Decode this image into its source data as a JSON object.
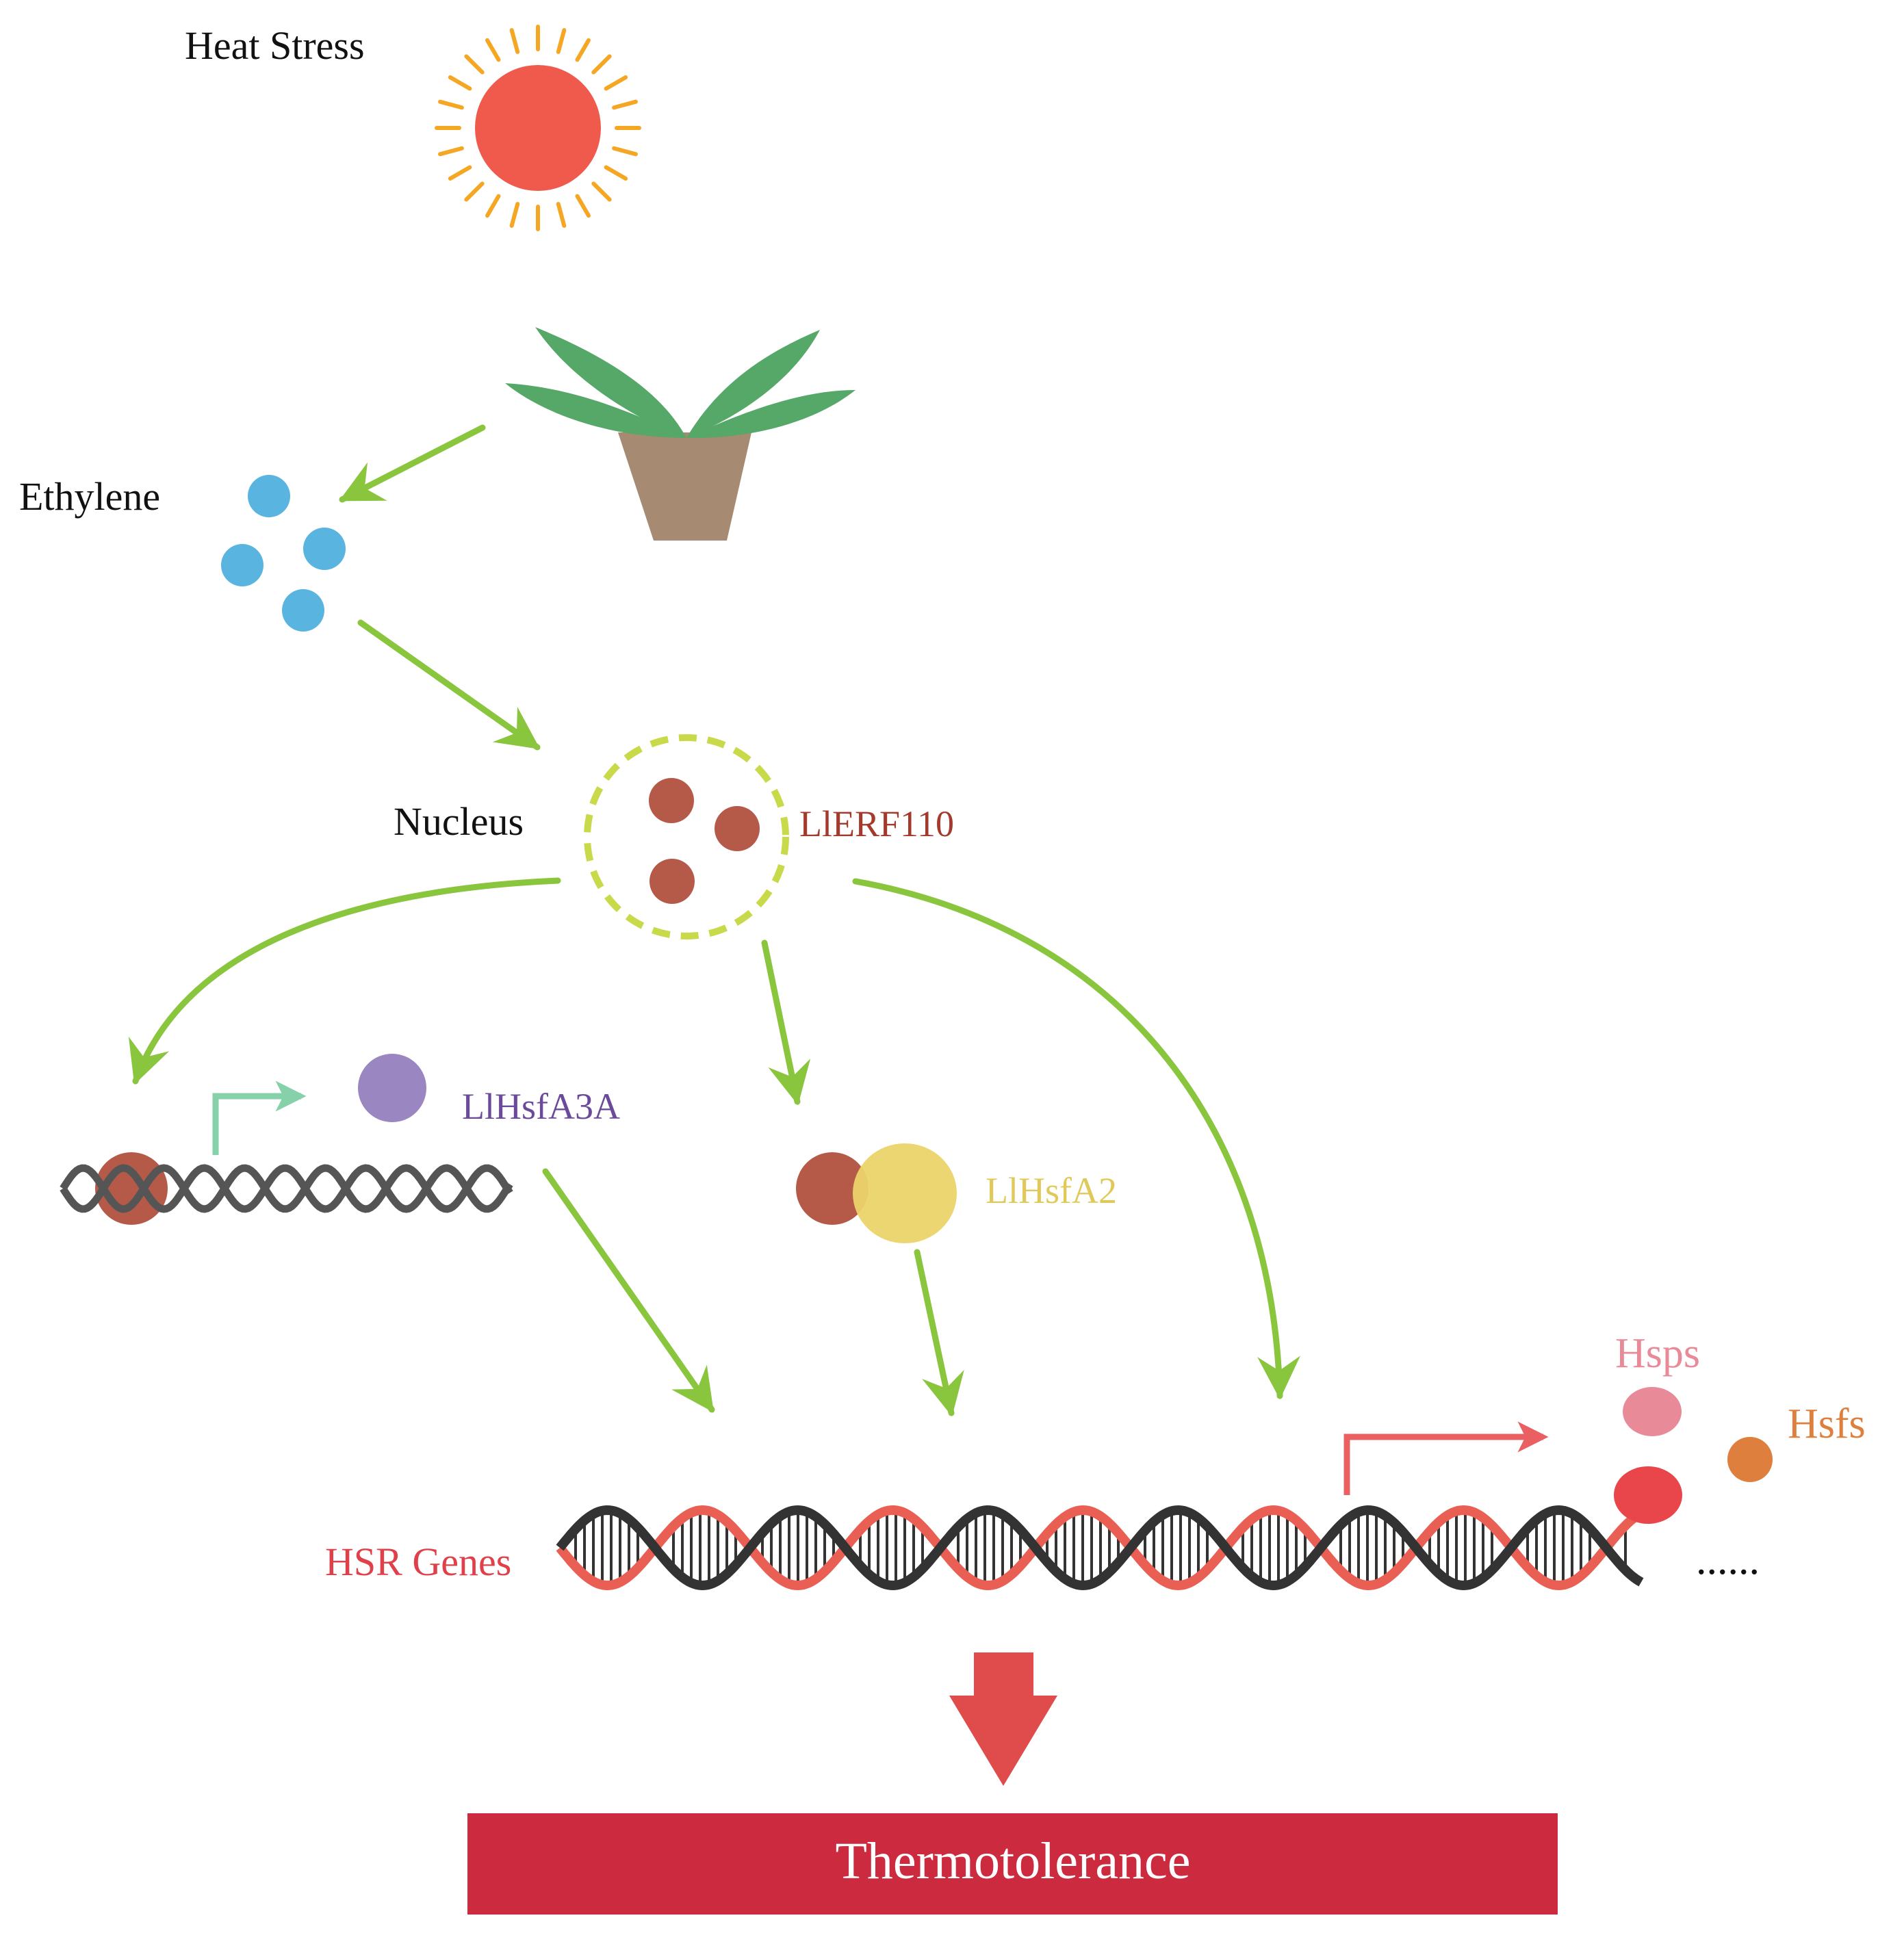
{
  "labels": {
    "heat_stress": "Heat Stress",
    "ethylene": "Ethylene",
    "nucleus": "Nucleus",
    "llerf110": "LlERF110",
    "llhsfa3a": "LlHsfA3A",
    "llhsfa2": "LlHsfA2",
    "hsr_genes": "HSR Genes",
    "hsps": "Hsps",
    "hsfs": "Hsfs",
    "ellipsis": "......",
    "thermotolerance": "Thermotolerance"
  },
  "colors": {
    "sun_core": "#ef5a4d",
    "sun_rays": "#f5a623",
    "leaf": "#55a868",
    "pot": "#a68a72",
    "ethylene_dot": "#5ab4e0",
    "arrow_green": "#8ac53e",
    "nucleus_ring": "#c8d94a",
    "llerf110": "#b55a48",
    "llhsfa3a": "#9a86c0",
    "llhsfa3a_text": "#6b4a9b",
    "llhsfa2": "#ebd46a",
    "llhsfa2_text": "#e0c95a",
    "promoter_teal": "#86d1aa",
    "promoter_red": "#ea5f62",
    "dna_gray": "#555555",
    "dna_red": "#ea5f54",
    "dna_dark": "#333333",
    "hsps": "#e98a99",
    "hsfs": "#df7f3e",
    "red_protein": "#e8464a",
    "big_arrow": "#e04c4c",
    "thermo_bar": "#cc2a3e",
    "hsr_text": "#e0404a"
  }
}
